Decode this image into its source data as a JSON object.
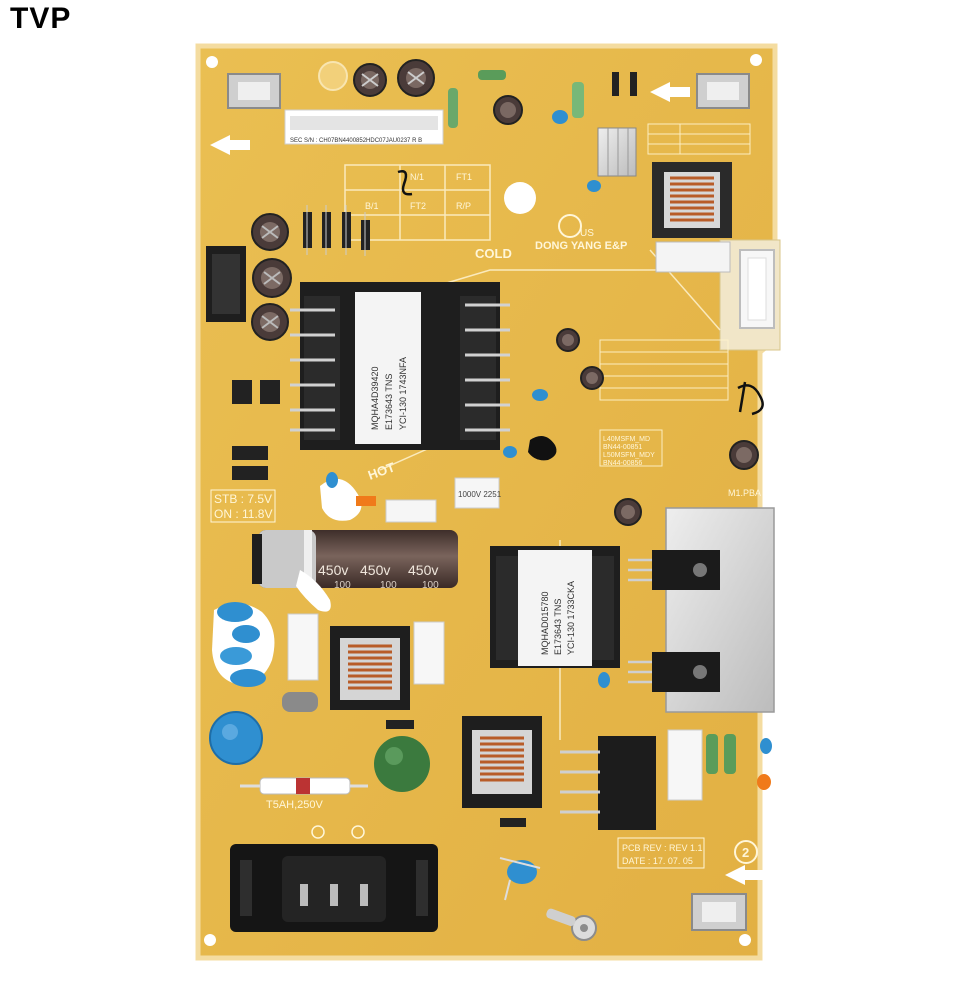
{
  "watermark": "TVP",
  "colors": {
    "pcb": "#e8b848",
    "pcb_edge": "#f2d48a",
    "heatsink": "#d9d9d9",
    "ic_black": "#1c1c1c",
    "capacitor": "#4a3a36",
    "copper": "#c46a2e",
    "blue_cap": "#2f8fd0",
    "green_cap": "#3b7a3e"
  },
  "board": {
    "serial_label": "SEC S/N : CH07BN4400852HDC07JAU0237  R B",
    "brand": "DONG YANG E&P",
    "cold_label": "COLD",
    "hot_label": "HOT",
    "stb_label": "STB : 7.5V",
    "on_label": "ON : 11.8V",
    "ul_mark": "US",
    "transformer1": [
      "MQHA4D39420",
      "E173643 TNS",
      "YCI-130 1743NFA"
    ],
    "transformer2": [
      "MQHAD015780",
      "E173643 TNS",
      "YCI-130 1733CKA"
    ],
    "big_cap": [
      "450v",
      "450v",
      "450v"
    ],
    "big_cap_sub": [
      "100",
      "100",
      "100"
    ],
    "fuse_label": "T5AH,250V",
    "small_box": "1000V 2251",
    "pcb_rev": "PCB REV : REV 1.1",
    "date": "DATE : 17. 07. 05",
    "mpba": "M1.PBA",
    "circle_num": "2",
    "part_nos": [
      "L40MSFM_MD",
      "BN44-00851",
      "L50MSFM_MDY",
      "BN44-00856"
    ],
    "grid_codes": [
      "B/1",
      "FT2",
      "R/P",
      "N/1",
      "FT1"
    ]
  }
}
